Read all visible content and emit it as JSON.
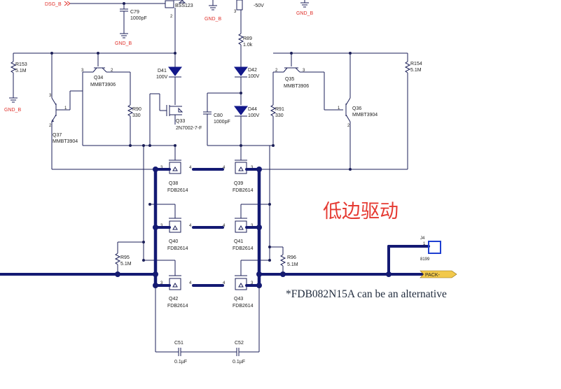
{
  "colors": {
    "wire": "#1b1f58",
    "bus": "#141a73",
    "net_label": "#e0302a",
    "annotation": "#e53a32",
    "pack_flag": "#f2c94c",
    "connector": "#1f3fd1"
  },
  "nets": {
    "dsg_b": "DSG_B",
    "gnd_b": "GND_B",
    "pack_minus": "PACK-"
  },
  "annotation": {
    "chinese_title": "低边驱动",
    "alternative_note": "*FDB082N15A can be an alternative"
  },
  "parts": {
    "q_bss": {
      "value": "BSS123"
    },
    "c79": {
      "ref": "C79",
      "value": "1000pF"
    },
    "vneg": {
      "value": "-50V"
    },
    "r89": {
      "ref": "R89",
      "value": "1.0k"
    },
    "r153": {
      "ref": "R153",
      "value": "5.1M"
    },
    "r154": {
      "ref": "R154",
      "value": "5.1M"
    },
    "q34": {
      "ref": "Q34",
      "value": "MMBT3906"
    },
    "q35": {
      "ref": "Q35",
      "value": "MMBT3906"
    },
    "q36": {
      "ref": "Q36",
      "value": "MMBT3904"
    },
    "q37": {
      "ref": "Q37",
      "value": "MMBT3904"
    },
    "d41": {
      "ref": "D41",
      "value": "100V"
    },
    "d42": {
      "ref": "D42",
      "value": "100V"
    },
    "d44": {
      "ref": "D44",
      "value": "100V"
    },
    "q33": {
      "ref": "Q33",
      "value": "2N7002-7-F"
    },
    "c80": {
      "ref": "C80",
      "value": "1000pF"
    },
    "r90": {
      "ref": "R90",
      "value": "330"
    },
    "r91": {
      "ref": "R91",
      "value": "330"
    },
    "q38": {
      "ref": "Q38",
      "value": "FDB2614"
    },
    "q39": {
      "ref": "Q39",
      "value": "FDB2614"
    },
    "q40": {
      "ref": "Q40",
      "value": "FDB2614"
    },
    "q41": {
      "ref": "Q41",
      "value": "FDB2614"
    },
    "q42": {
      "ref": "Q42",
      "value": "FDB2614"
    },
    "q43": {
      "ref": "Q43",
      "value": "FDB2614"
    },
    "r95": {
      "ref": "R95",
      "value": "5.1M"
    },
    "r96": {
      "ref": "R96",
      "value": "5.1M"
    },
    "c51": {
      "ref": "C51",
      "value": "0.1µF"
    },
    "c52": {
      "ref": "C52",
      "value": "0.1µF"
    },
    "j4": {
      "ref": "J4",
      "value": "8199"
    }
  },
  "pin_numbers": {
    "p1": "1",
    "p2": "2",
    "p3": "3",
    "p4": "4"
  }
}
